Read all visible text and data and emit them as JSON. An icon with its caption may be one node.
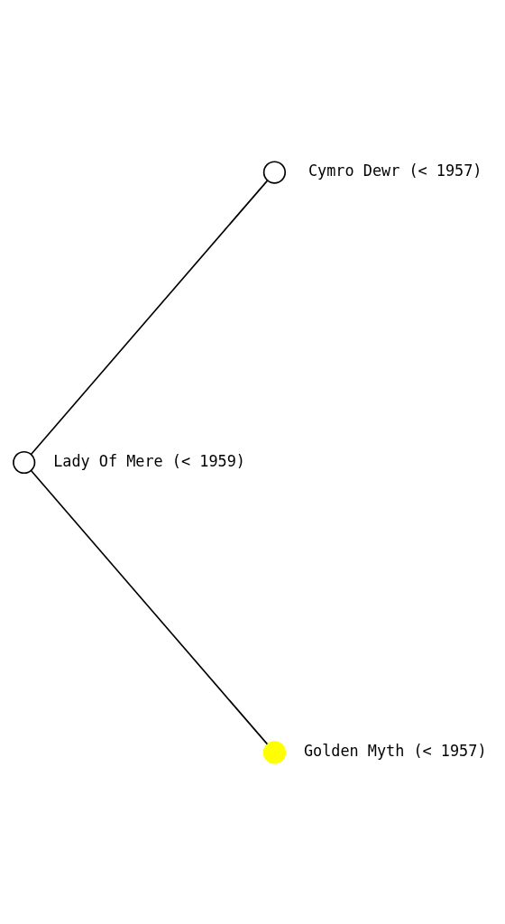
{
  "diagram": {
    "nodes": [
      {
        "text": [],
        "shape": "circle",
        "beside": [
          "Cymro Dewr (< 1957)"
        ]
      },
      {
        "text": [],
        "shape": "circle",
        "beside": [
          "Lady Of Mere (< 1959)"
        ]
      },
      {
        "text": [],
        "shape": "circle",
        "beside": [
          "Golden Myth (< 1957)"
        ]
      }
    ],
    "edges": [
      {
        "from": 1,
        "to": 0,
        "arrow": "none"
      },
      {
        "from": 1,
        "to": 2,
        "arrow": "none"
      }
    ]
  }
}
